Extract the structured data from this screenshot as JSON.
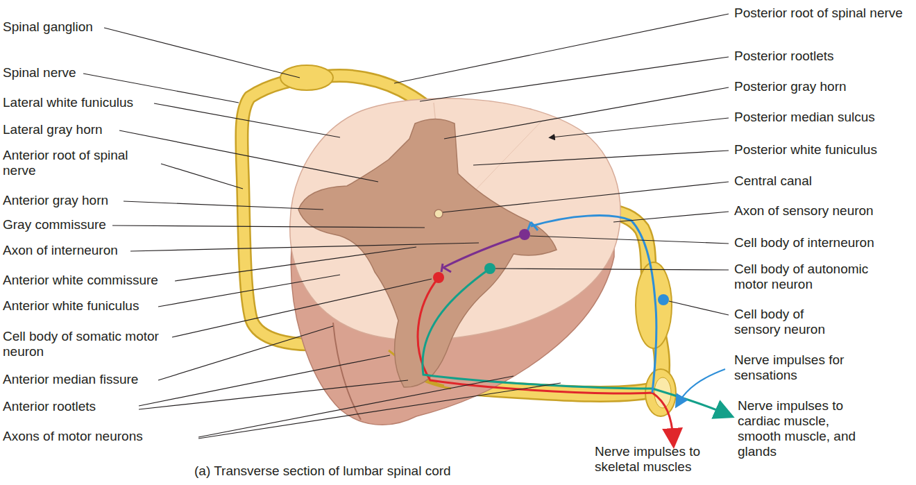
{
  "diagram": {
    "caption": "(a) Transverse section of lumbar spinal cord",
    "labels": [
      "Spinal ganglion",
      "Spinal nerve",
      "Lateral white funiculus",
      "Lateral gray horn",
      "Anterior root of spinal nerve",
      "Anterior gray horn",
      "Gray commissure",
      "Axon of interneuron",
      "Anterior white commissure",
      "Anterior white funiculus",
      "Cell body of somatic motor neuron",
      "Anterior median fissure",
      "Anterior rootlets",
      "Axons of motor neurons",
      "Posterior root of spinal nerve",
      "Posterior rootlets",
      "Posterior gray horn",
      "Posterior median sulcus",
      "Posterior white funiculus",
      "Central canal",
      "Axon of sensory neuron",
      "Cell body of interneuron",
      "Cell body of autonomic motor neuron",
      "Cell body of sensory neuron",
      "Nerve impulses for sensations",
      "Nerve impulses to cardiac muscle, smooth muscle, and glands",
      "Nerve impulses to skeletal muscles"
    ]
  }
}
